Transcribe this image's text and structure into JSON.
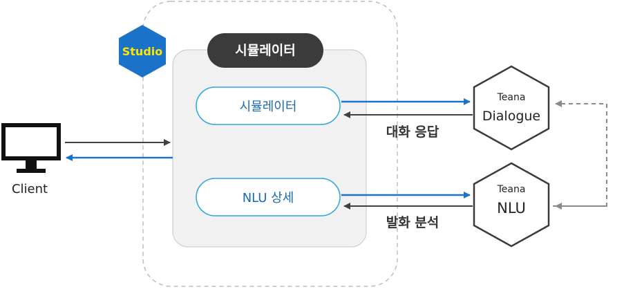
{
  "studio_badge": {
    "label": "Studio",
    "color": "#1a73c8",
    "text_color": "#ffe600"
  },
  "simulator_header": {
    "label": "시뮬레이터"
  },
  "simulator_button": {
    "label": "시뮬레이터"
  },
  "nlu_detail_button": {
    "label": "NLU 상세"
  },
  "client": {
    "label": "Client",
    "icon": "monitor-icon"
  },
  "dialogue_node": {
    "line1": "Teana",
    "line2": "Dialogue"
  },
  "nlu_node": {
    "line1": "Teana",
    "line2": "NLU"
  },
  "edge_labels": {
    "dialogue_response": "대화 응답",
    "utterance_analysis": "발화 분석"
  },
  "colors": {
    "accent_blue": "#1a73c8",
    "dark_arrow": "#404040",
    "panel_bg": "#f1f1f1",
    "dashed": "#999999"
  }
}
